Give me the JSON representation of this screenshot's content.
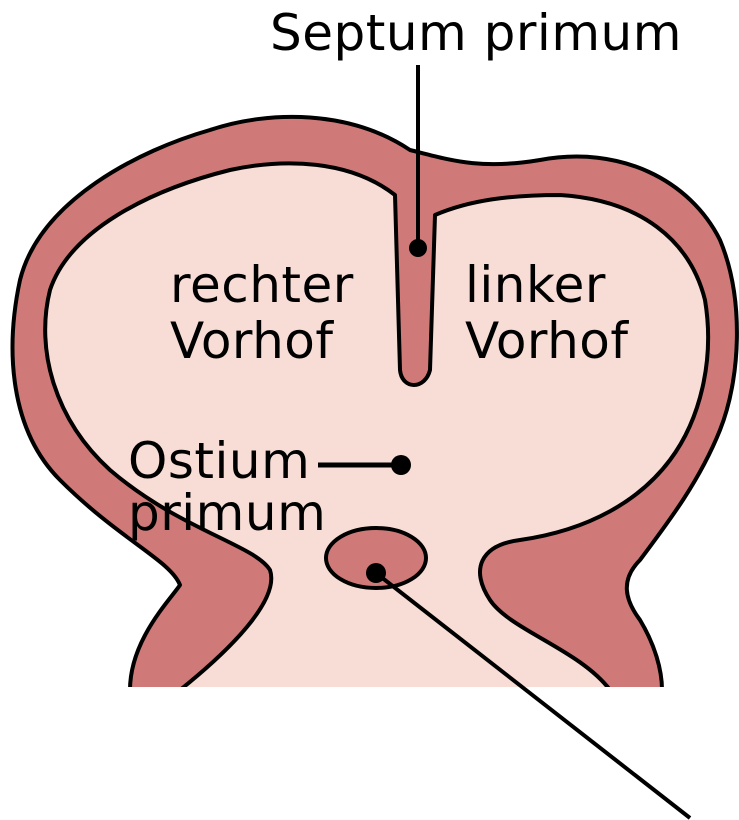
{
  "labels": {
    "septum_primum": "Septum primum",
    "rechter_vorhof_line1": "rechter",
    "rechter_vorhof_line2": "Vorhof",
    "linker_vorhof_line1": "linker",
    "linker_vorhof_line2": "Vorhof",
    "ostium_primum_line1": "Ostium",
    "ostium_primum_line2": "primum"
  },
  "colors": {
    "wall": "#cf7a78",
    "chamber": "#f7ddd5",
    "outline": "#000000",
    "background": "#ffffff"
  },
  "icons": {
    "leader_dot": "filled-circle"
  }
}
